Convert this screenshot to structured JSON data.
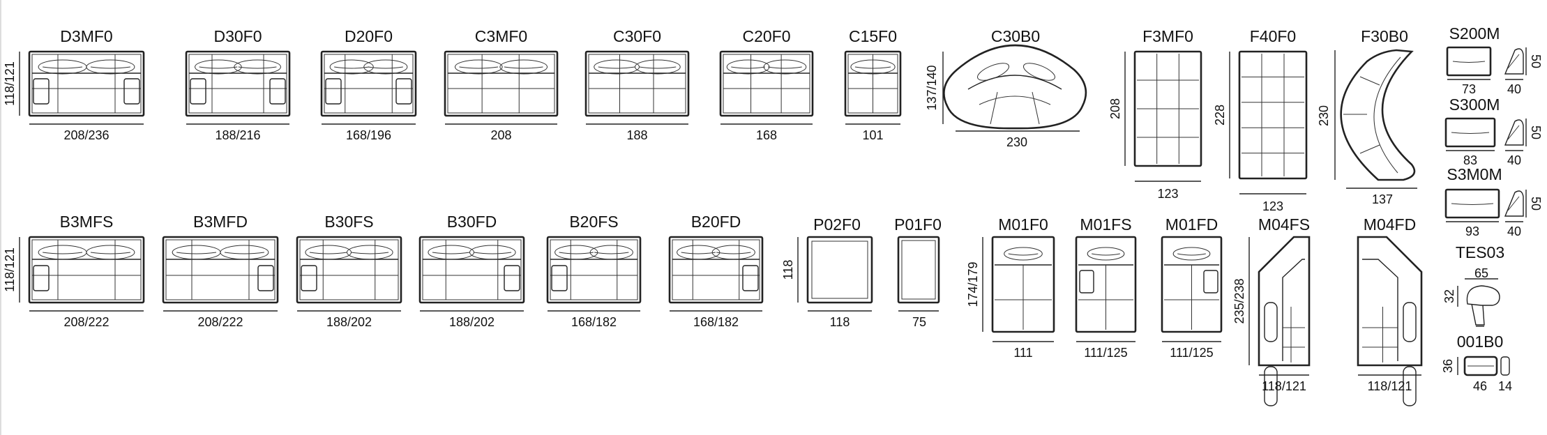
{
  "modules": [
    {
      "id": "D3MF0",
      "code": "D3MF0",
      "width": "208/236",
      "depth": "118/121"
    },
    {
      "id": "D30F0",
      "code": "D30F0",
      "width": "188/216",
      "depth": ""
    },
    {
      "id": "D20F0",
      "code": "D20F0",
      "width": "168/196",
      "depth": ""
    },
    {
      "id": "C3MF0",
      "code": "C3MF0",
      "width": "208",
      "depth": ""
    },
    {
      "id": "C30F0",
      "code": "C30F0",
      "width": "188",
      "depth": ""
    },
    {
      "id": "C20F0",
      "code": "C20F0",
      "width": "168",
      "depth": ""
    },
    {
      "id": "C15F0",
      "code": "C15F0",
      "width": "101",
      "depth": ""
    },
    {
      "id": "C30B0",
      "code": "C30B0",
      "width": "230",
      "depth": "137/140"
    },
    {
      "id": "F3MF0",
      "code": "F3MF0",
      "width": "123",
      "depth": "208"
    },
    {
      "id": "F40F0",
      "code": "F40F0",
      "width": "123",
      "depth": "228"
    },
    {
      "id": "F30B0",
      "code": "F30B0",
      "width": "137",
      "depth": "230"
    },
    {
      "id": "S200M",
      "code": "S200M",
      "width": "73",
      "depth": "50",
      "side": "40"
    },
    {
      "id": "S300M",
      "code": "S300M",
      "width": "83",
      "depth": "50",
      "side": "40"
    },
    {
      "id": "S3M0M",
      "code": "S3M0M",
      "width": "93",
      "depth": "50",
      "side": "40"
    },
    {
      "id": "B3MFS",
      "code": "B3MFS",
      "width": "208/222",
      "depth": "118/121"
    },
    {
      "id": "B3MFD",
      "code": "B3MFD",
      "width": "208/222",
      "depth": ""
    },
    {
      "id": "B30FS",
      "code": "B30FS",
      "width": "188/202",
      "depth": ""
    },
    {
      "id": "B30FD",
      "code": "B30FD",
      "width": "188/202",
      "depth": ""
    },
    {
      "id": "B20FS",
      "code": "B20FS",
      "width": "168/182",
      "depth": ""
    },
    {
      "id": "B20FD",
      "code": "B20FD",
      "width": "168/182",
      "depth": ""
    },
    {
      "id": "P02F0",
      "code": "P02F0",
      "width": "118",
      "depth": "118"
    },
    {
      "id": "P01F0",
      "code": "P01F0",
      "width": "75",
      "depth": ""
    },
    {
      "id": "M01F0",
      "code": "M01F0",
      "width": "111",
      "depth": "174/179"
    },
    {
      "id": "M01FS",
      "code": "M01FS",
      "width": "111/125",
      "depth": ""
    },
    {
      "id": "M01FD",
      "code": "M01FD",
      "width": "111/125",
      "depth": ""
    },
    {
      "id": "M04FS",
      "code": "M04FS",
      "width": "118/121",
      "depth": "235/238"
    },
    {
      "id": "M04FD",
      "code": "M04FD",
      "width": "118/121",
      "depth": ""
    },
    {
      "id": "TES03",
      "code": "TES03",
      "width": "65",
      "depth": "32"
    },
    {
      "id": "001B0",
      "code": "001B0",
      "width": "46",
      "depth": "36",
      "side": "14"
    }
  ]
}
